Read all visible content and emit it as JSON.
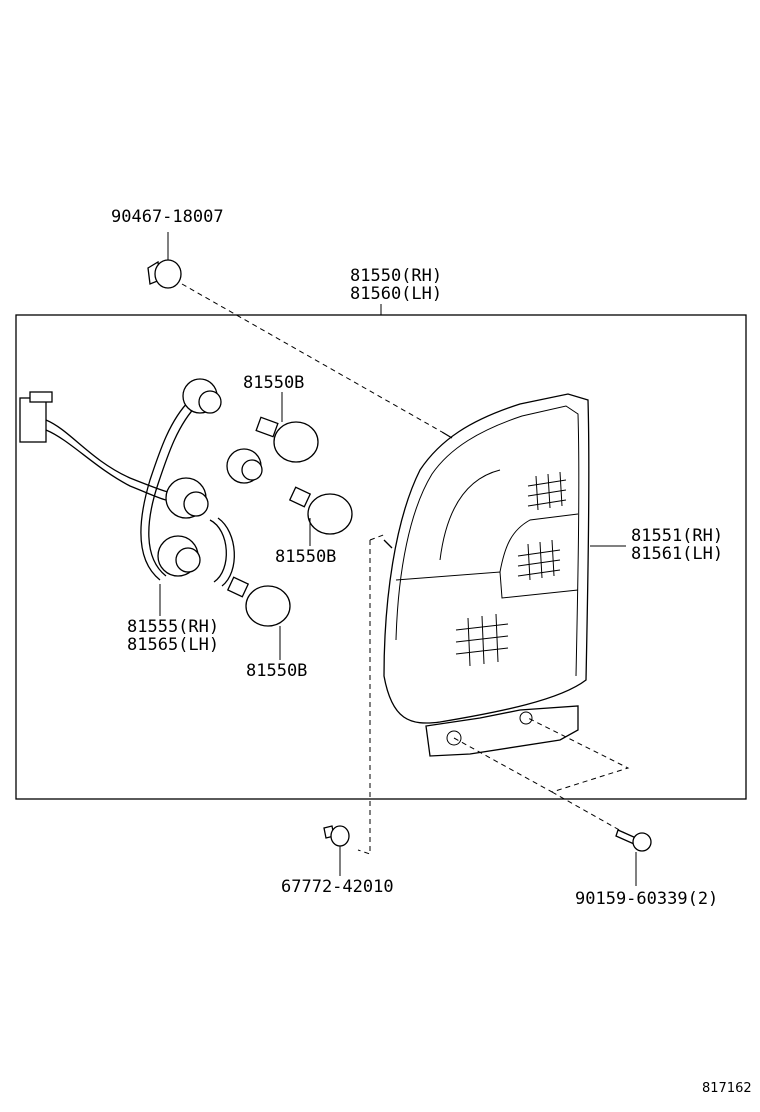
{
  "labels": {
    "clip_top": "90467-18007",
    "lamp_assy_rh": "81550(RH)",
    "lamp_assy_lh": "81560(LH)",
    "bulb_1": "81550B",
    "bulb_2": "81550B",
    "bulb_3": "81550B",
    "socket_rh": "81555(RH)",
    "socket_lh": "81565(LH)",
    "lens_rh": "81551(RH)",
    "lens_lh": "81561(LH)",
    "clip_bottom": "67772-42010",
    "screw": "90159-60339(2)",
    "diagram_id": "817162"
  }
}
